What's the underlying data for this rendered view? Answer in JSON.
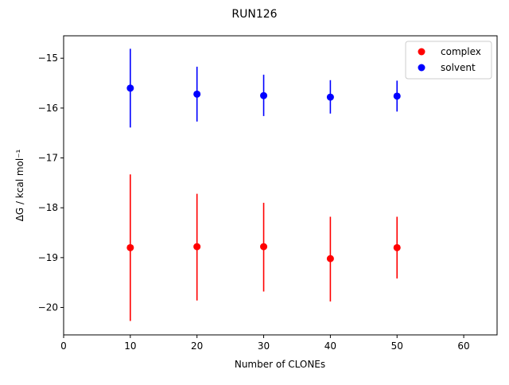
{
  "chart_data": {
    "type": "scatter",
    "title": "RUN126",
    "xlabel": "Number of CLONEs",
    "ylabel": "ΔG / kcal mol⁻¹",
    "xlim": [
      0,
      65
    ],
    "ylim": [
      -20.55,
      -14.55
    ],
    "xticks": [
      0,
      10,
      20,
      30,
      40,
      50,
      60
    ],
    "xtick_labels": [
      "0",
      "10",
      "20",
      "30",
      "40",
      "50",
      "60"
    ],
    "yticks": [
      -20,
      -19,
      -18,
      -17,
      -16,
      -15
    ],
    "ytick_labels": [
      "−20",
      "−19",
      "−18",
      "−17",
      "−16",
      "−15"
    ],
    "grid": false,
    "legend_position": "top-right",
    "series": [
      {
        "name": "complex",
        "color": "#ff0000",
        "x": [
          10,
          20,
          30,
          40,
          50
        ],
        "y": [
          -18.8,
          -18.78,
          -18.78,
          -19.02,
          -18.8
        ],
        "yerr_low": [
          -20.27,
          -19.86,
          -19.68,
          -19.88,
          -19.42
        ],
        "yerr_high": [
          -17.33,
          -17.72,
          -17.9,
          -18.18,
          -18.18
        ]
      },
      {
        "name": "solvent",
        "color": "#0000ff",
        "x": [
          10,
          20,
          30,
          40,
          50
        ],
        "y": [
          -15.6,
          -15.72,
          -15.75,
          -15.78,
          -15.76
        ],
        "yerr_low": [
          -16.39,
          -16.27,
          -16.16,
          -16.11,
          -16.07
        ],
        "yerr_high": [
          -14.81,
          -15.17,
          -15.33,
          -15.44,
          -15.45
        ]
      }
    ]
  }
}
